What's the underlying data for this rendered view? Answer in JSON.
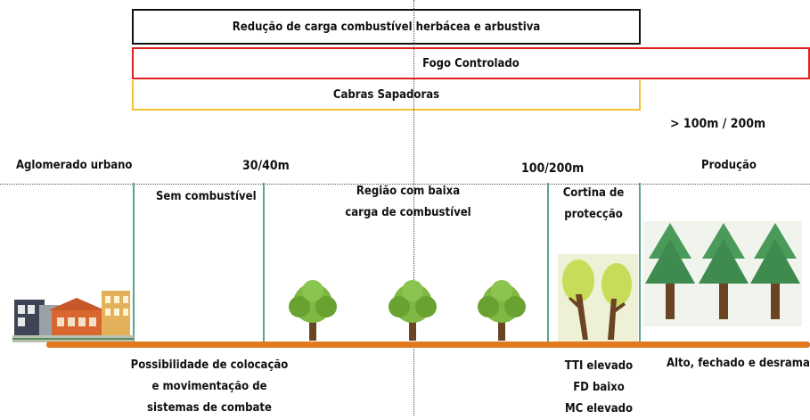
{
  "bars": {
    "reducao": "Redução de carga combustível herbácea e arbustiva",
    "fogo": "Fogo Controlado",
    "cabras": "Cabras Sapadoras"
  },
  "colors": {
    "reducao_border": "#111111",
    "fogo_border": "#e0201e",
    "cabras_border": "#f2c230",
    "zone_lines": "#5aa58a",
    "ground": "#e07a1f",
    "tree_foliage": "#7fb843",
    "pine_foliage": "#4a9a5a",
    "yellow_tree": "#c9dc5a",
    "trunk": "#6b4423"
  },
  "distances": {
    "beyond": "> 100m / 200m",
    "d30": "30/40m",
    "d100": "100/200m"
  },
  "zones": {
    "urbano": "Aglomerado urbano",
    "sem": "Sem combustível",
    "regiao_l1": "Região com baixa",
    "regiao_l2": "carga de combustível",
    "cortina_l1": "Cortina de",
    "cortina_l2": "protecção",
    "producao": "Produção"
  },
  "bottom": {
    "possib_l1": "Possibilidade de colocação",
    "possib_l2": "e movimentação de",
    "possib_l3": "sistemas de combate",
    "tti": "TTI elevado",
    "fd": "FD baixo",
    "mc": "MC elevado",
    "alto": "Alto, fechado e desramado"
  },
  "icons": [
    "town-icon",
    "tree-icon",
    "yellow-tree-icon",
    "pine-tree-icon"
  ]
}
